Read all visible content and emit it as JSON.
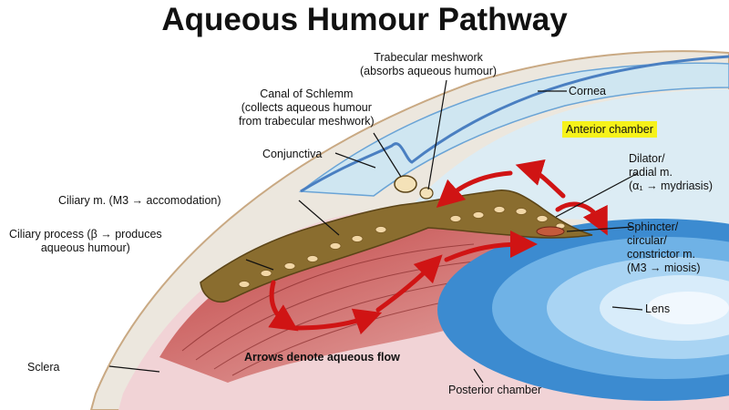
{
  "title": "Aqueous Humour Pathway",
  "colors": {
    "cornea": "#c7e1ee",
    "conjunctiva": "#5a8fcc",
    "sclera": "#ece7de",
    "ciliary": "#8a6d2f",
    "muscle": "#b33b3b",
    "lens": "#3f8ccf",
    "arrow": "#d01414",
    "highlight": "#f6f21a"
  },
  "labels": {
    "trabecular": [
      "Trabecular meshwork",
      "(absorbs aqueous humour)"
    ],
    "schlemm": [
      "Canal of Schlemm",
      "(collects aqueous humour",
      "from trabecular meshwork)"
    ],
    "cornea": "Cornea",
    "anterior_chamber": "Anterior chamber",
    "conjunctiva": "Conjunctiva",
    "dilator": [
      "Dilator/",
      "radial m.",
      "(α₁ → mydriasis)"
    ],
    "ciliary_muscle": "Ciliary m. (M3 → accomodation)",
    "ciliary_process": [
      "Ciliary process (β → produces",
      "aqueous humour)"
    ],
    "sphincter": [
      "Sphincter/",
      "circular/",
      "constrictor m.",
      "(M3 → miosis)"
    ],
    "lens": "Lens",
    "arrows_note": "Arrows denote aqueous flow",
    "sclera": "Sclera",
    "posterior_chamber": "Posterior chamber"
  }
}
